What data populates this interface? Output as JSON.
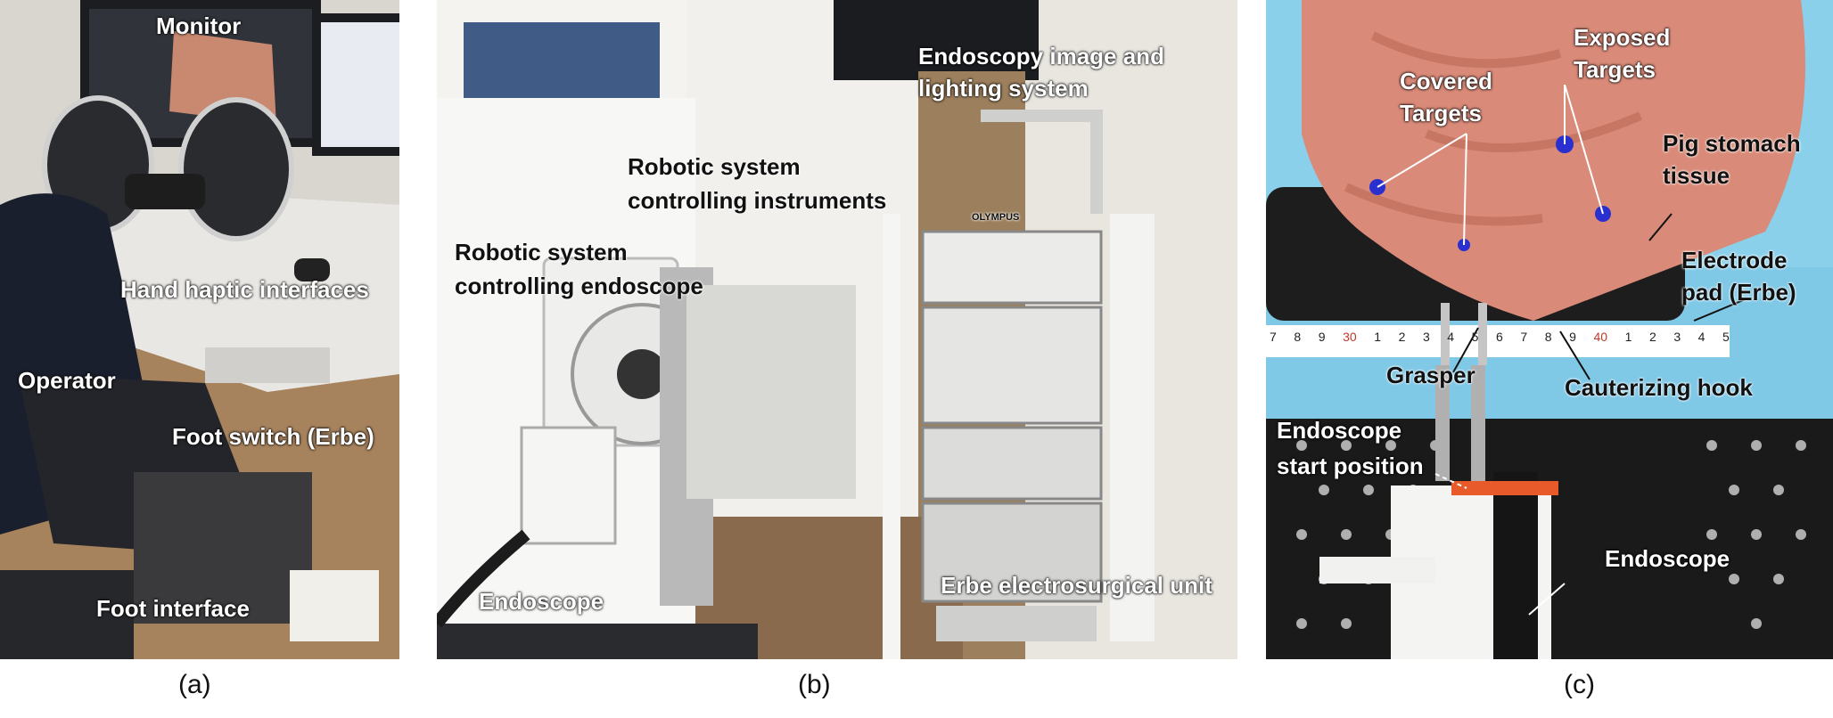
{
  "panel_a": {
    "caption": "(a)",
    "labels": {
      "monitor": "Monitor",
      "hand_haptic": "Hand haptic interfaces",
      "operator": "Operator",
      "foot_switch": "Foot switch (Erbe)",
      "foot_interface": "Foot interface"
    }
  },
  "panel_b": {
    "caption": "(b)",
    "labels": {
      "endoscopy_image": [
        "Endoscopy image and",
        "lighting system"
      ],
      "robotic_instruments": [
        "Robotic system",
        "controlling instruments"
      ],
      "robotic_endoscope": [
        "Robotic system",
        "controlling endoscope"
      ],
      "endoscope": "Endoscope",
      "erbe_unit": "Erbe electrosurgical unit",
      "olympus_brand": "OLYMPUS"
    }
  },
  "panel_c": {
    "caption": "(c)",
    "labels": {
      "covered_targets": [
        "Covered",
        "Targets"
      ],
      "exposed_targets": [
        "Exposed",
        "Targets"
      ],
      "pig_stomach": [
        "Pig stomach",
        "tissue"
      ],
      "electrode_pad": [
        "Electrode",
        "pad (Erbe)"
      ],
      "grasper": "Grasper",
      "cauterizing_hook": "Cauterizing hook",
      "endoscope_start": [
        "Endoscope",
        "start position"
      ],
      "endoscope": "Endoscope"
    },
    "ruler_ticks": [
      "7",
      "8",
      "9",
      "30",
      "1",
      "2",
      "3",
      "4",
      "5",
      "6",
      "7",
      "8",
      "9",
      "40",
      "1",
      "2",
      "3",
      "4",
      "5"
    ]
  },
  "colors": {
    "tissue": "#d98a78",
    "drape": "#7fc8e6",
    "background": "#ffffff"
  }
}
